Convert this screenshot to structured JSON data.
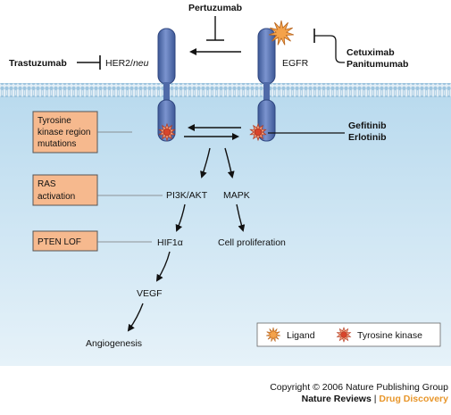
{
  "drugs": {
    "pertuzumab": "Pertuzumab",
    "trastuzumab": "Trastuzumab",
    "cetuximab": "Cetuximab",
    "panitumumab": "Panitumumab",
    "gefitinib": "Gefitinib",
    "erlotinib": "Erlotinib"
  },
  "receptors": {
    "her2_prefix": "HER2/",
    "her2_suffix": "neu",
    "egfr": "EGFR"
  },
  "nodes": {
    "pi3k": "PI3K/AKT",
    "mapk": "MAPK",
    "hif": "HIF1α",
    "cell_prolif": "Cell proliferation",
    "vegf": "VEGF",
    "angio": "Angiogenesis"
  },
  "mutations": {
    "tk_line1": "Tyrosine",
    "tk_line2": "kinase region",
    "tk_line3": "mutations",
    "ras_line1": "RAS",
    "ras_line2": "activation",
    "pten": "PTEN LOF"
  },
  "legend": {
    "ligand": "Ligand",
    "tyrosine_kinase": "Tyrosine kinase"
  },
  "footer": {
    "copyright": "Copyright © 2006 Nature Publishing Group",
    "journal": "Nature Reviews",
    "separator": " | ",
    "section": "Drug Discovery"
  },
  "icons": {
    "ligand": "orange-starburst",
    "tyrosine_kinase": "red-ring-starburst"
  },
  "colors": {
    "cytoplasm": "#c9e3f1",
    "receptor": "#4f6aa8",
    "mutation_box": "#f6b98e",
    "ligand": "#f4a24a",
    "drug_discovery": "#e8962a"
  }
}
